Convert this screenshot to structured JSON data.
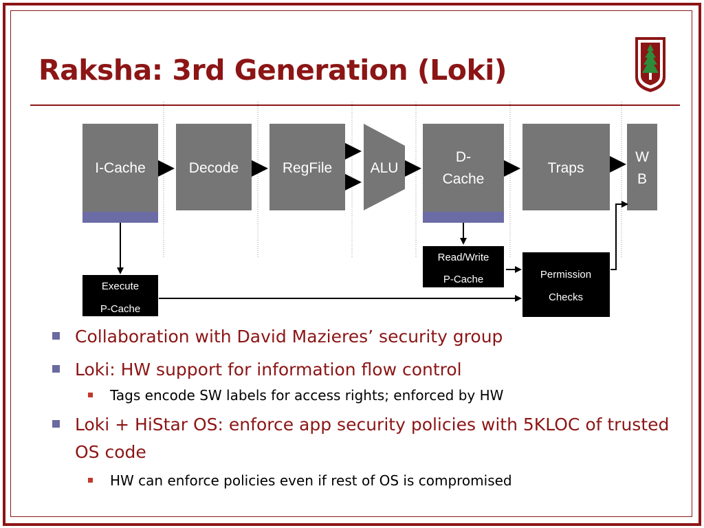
{
  "slide": {
    "title": "Raksha: 3rd Generation (Loki)",
    "accent_color": "#8c1515",
    "logo_icon": "stanford-tree-icon"
  },
  "pipeline": {
    "stages": [
      "I-Cache",
      "Decode",
      "RegFile",
      "ALU",
      "D-Cache",
      "Traps",
      "W B"
    ],
    "dcache_lines": [
      "D-",
      "Cache"
    ],
    "wb_lines": [
      "W",
      "B"
    ],
    "execute_pcache": [
      "Execute",
      "P-Cache"
    ],
    "rw_pcache": [
      "Read/Write",
      "P-Cache"
    ],
    "permission_checks": [
      "Permission",
      "Checks"
    ]
  },
  "bullets": [
    {
      "level": 1,
      "text": "Collaboration with David Mazieres’ security group"
    },
    {
      "level": 1,
      "text": "Loki: HW support for information flow control"
    },
    {
      "level": 2,
      "text": "Tags encode SW labels for access rights; enforced by HW"
    },
    {
      "level": 1,
      "text": "Loki + HiStar OS: enforce app security policies with 5KLOC of trusted OS code"
    },
    {
      "level": 2,
      "text": "HW can enforce policies even if rest of OS is compromised"
    }
  ],
  "colors": {
    "stage_fill": "#767676",
    "tag_strip": "#6b6ba6",
    "box_black": "#000000",
    "bullet_l1": "#6a6aa0",
    "bullet_l2": "#c0392b"
  }
}
